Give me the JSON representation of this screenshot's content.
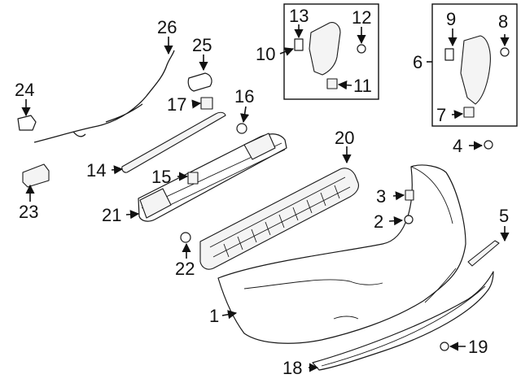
{
  "callouts": [
    {
      "id": "c1",
      "text": "1"
    },
    {
      "id": "c2",
      "text": "2"
    },
    {
      "id": "c3",
      "text": "3"
    },
    {
      "id": "c4",
      "text": "4"
    },
    {
      "id": "c5",
      "text": "5"
    },
    {
      "id": "c6",
      "text": "6"
    },
    {
      "id": "c7",
      "text": "7"
    },
    {
      "id": "c8",
      "text": "8"
    },
    {
      "id": "c9",
      "text": "9"
    },
    {
      "id": "c10",
      "text": "10"
    },
    {
      "id": "c11",
      "text": "11"
    },
    {
      "id": "c12",
      "text": "12"
    },
    {
      "id": "c13",
      "text": "13"
    },
    {
      "id": "c14",
      "text": "14"
    },
    {
      "id": "c15",
      "text": "15"
    },
    {
      "id": "c16",
      "text": "16"
    },
    {
      "id": "c17",
      "text": "17"
    },
    {
      "id": "c18",
      "text": "18"
    },
    {
      "id": "c19",
      "text": "19"
    },
    {
      "id": "c20",
      "text": "20"
    },
    {
      "id": "c21",
      "text": "21"
    },
    {
      "id": "c22",
      "text": "22"
    },
    {
      "id": "c23",
      "text": "23"
    },
    {
      "id": "c24",
      "text": "24"
    },
    {
      "id": "c25",
      "text": "25"
    },
    {
      "id": "c26",
      "text": "26"
    }
  ]
}
